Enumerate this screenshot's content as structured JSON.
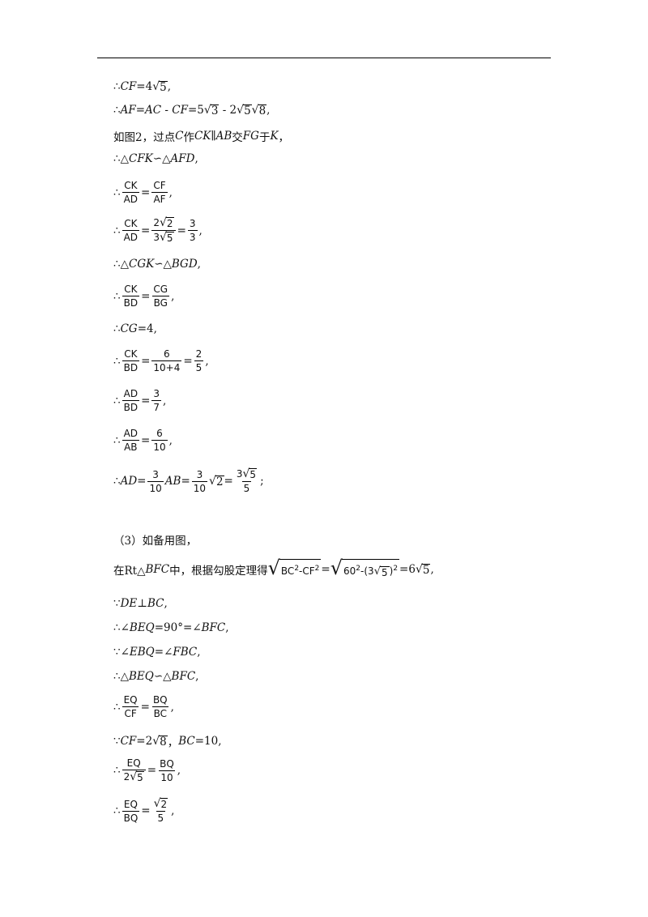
{
  "lines": {
    "l1": {
      "therefore": "∴",
      "lhs": "CF",
      "eq": "=4",
      "rad": "5",
      "end": ","
    },
    "l2": {
      "therefore": "∴",
      "a": "AF",
      "eq1": "=",
      "b": "AC",
      "minus": " - ",
      "c": "CF",
      "eq2": "=5",
      "r1": "3",
      "m2": " - 2",
      "r2": "5",
      "r3": "8",
      "end": ","
    },
    "l3": {
      "t1": "如图2，过点",
      "c": "C",
      "t2": "作",
      "ck": "CK",
      "par": "∥",
      "ab": "AB",
      "t3": "交",
      "fg": "FG",
      "t4": "于",
      "k": "K",
      "end": "，"
    },
    "l4": {
      "therefore": "∴",
      "tri1": "△",
      "a": "CFK",
      "sim": "∽",
      "tri2": "△",
      "b": "AFD",
      "end": ","
    },
    "l5": {
      "therefore": "∴",
      "n1": "CK",
      "d1": "AD",
      "eq": "=",
      "n2": "CF",
      "d2": "AF",
      "end": ","
    },
    "l6": {
      "therefore": "∴",
      "n1": "CK",
      "d1": "AD",
      "eq1": "=",
      "n2a": "2",
      "n2r": "2",
      "d2a": "3",
      "d2r": "5",
      "eq2": "=",
      "n3": "3",
      "d3": "3",
      "end": ","
    },
    "l7": {
      "therefore": "∴",
      "tri1": "△",
      "a": "CGK",
      "sim": "∽",
      "tri2": "△",
      "b": "BGD",
      "end": ","
    },
    "l8": {
      "therefore": "∴",
      "n1": "CK",
      "d1": "BD",
      "eq": "=",
      "n2": "CG",
      "d2": "BG",
      "end": ","
    },
    "l9": {
      "therefore": "∴",
      "a": "CG",
      "eq": "=4",
      "end": ","
    },
    "l10": {
      "therefore": "∴",
      "n1": "CK",
      "d1": "BD",
      "eq1": "=",
      "n2": "6",
      "d2": "10+4",
      "eq2": "=",
      "n3": "2",
      "d3": "5",
      "end": ","
    },
    "l11": {
      "therefore": "∴",
      "n1": "AD",
      "d1": "BD",
      "eq": "=",
      "n2": "3",
      "d2": "7",
      "end": ","
    },
    "l12": {
      "therefore": "∴",
      "n1": "AD",
      "d1": "AB",
      "eq": "=",
      "n2": "6",
      "d2": "10",
      "end": ","
    },
    "l13": {
      "therefore": "∴",
      "a": "AD",
      "eq1": "=",
      "n1": "3",
      "d1": "10",
      "b": "AB",
      "eq2": "=",
      "n2": "3",
      "d2": "10",
      "r1": "2",
      "eq3": "=",
      "n3a": "3",
      "n3r": "5",
      "d3": "5",
      "end": ";"
    },
    "l14": {
      "text": "（3）如备用图，"
    },
    "l15": {
      "t1": "在Rt△",
      "bfc": "BFC",
      "t2": "中，根据勾股定理得",
      "r1a": "BC",
      "r1b": "2",
      "r1c": "-CF",
      "r1d": "2",
      "eq1": "=",
      "r2a": "60",
      "r2b": "2",
      "r2c": "-(3",
      "r2r": "5",
      "r2d": ")",
      "r2e": "2",
      "eq2": "=6",
      "r3": "5",
      "end": ","
    },
    "l16": {
      "because": "∵",
      "a": "DE",
      "perp": "⊥",
      "b": "BC",
      "end": ","
    },
    "l17": {
      "therefore": "∴",
      "ang1": "∠",
      "a": "BEQ",
      "eq": "=90°=",
      "ang2": "∠",
      "b": "BFC",
      "end": ","
    },
    "l18": {
      "because": "∵",
      "ang1": "∠",
      "a": "EBQ",
      "eq": "=",
      "ang2": "∠",
      "b": "FBC",
      "end": ","
    },
    "l19": {
      "therefore": "∴",
      "tri1": "△",
      "a": "BEQ",
      "sim": "∽",
      "tri2": "△",
      "b": "BFC",
      "end": ","
    },
    "l20": {
      "therefore": "∴",
      "n1": "EQ",
      "d1": "CF",
      "eq": "=",
      "n2": "BQ",
      "d2": "BC",
      "end": ","
    },
    "l21": {
      "because": "∵",
      "a": "CF",
      "eq1": "=2",
      "r1": "8",
      "sep": "，",
      "b": "BC",
      "eq2": "=10",
      "end": ","
    },
    "l22": {
      "therefore": "∴",
      "n1": "EQ",
      "d1a": "2",
      "d1r": "5",
      "eq": "=",
      "n2": "BQ",
      "d2": "10",
      "end": ","
    },
    "l23": {
      "therefore": "∴",
      "n1": "EQ",
      "d1": "BQ",
      "eq": "=",
      "n2r": "2",
      "d2": "5",
      "end": ","
    }
  }
}
